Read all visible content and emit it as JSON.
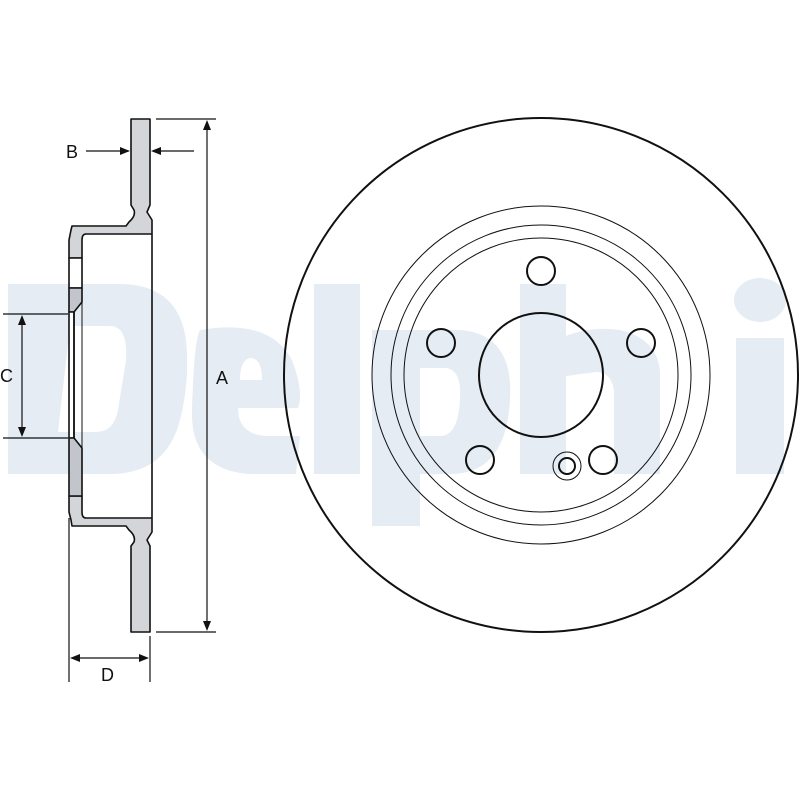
{
  "watermark": {
    "text": "Delphi",
    "color": "#e6ecf4"
  },
  "colors": {
    "line": "#111111",
    "section_fill": "#d3d5d8",
    "section_fill_dark": "#c2c6cc",
    "background": "#ffffff"
  },
  "dimensions": {
    "A": {
      "label": "A",
      "meaning": "outer diameter"
    },
    "B": {
      "label": "B",
      "meaning": "disc thickness"
    },
    "C": {
      "label": "C",
      "meaning": "centre bore diameter"
    },
    "D": {
      "label": "D",
      "meaning": "overall height"
    }
  },
  "face_view": {
    "bolt_holes": 5,
    "locating_holes": 1,
    "concentric_rings": 3
  }
}
